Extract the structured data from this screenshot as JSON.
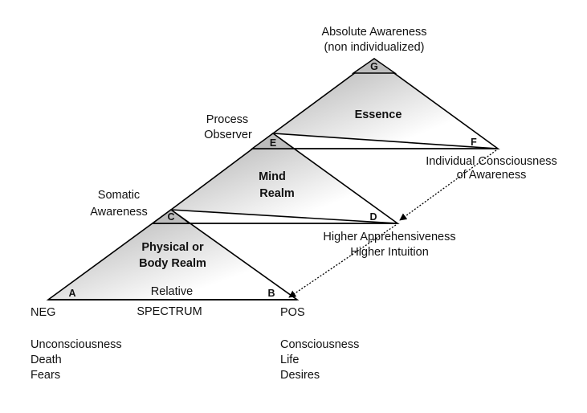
{
  "colors": {
    "line": "#000000",
    "fill_light": "#ffffff",
    "fill_dark": "#a9a9a9",
    "text": "#111111"
  },
  "top": {
    "line1": "Absolute Awareness",
    "line2": "(non individualized)"
  },
  "points": {
    "a": "A",
    "b": "B",
    "c": "C",
    "d": "D",
    "e": "E",
    "f": "F",
    "g": "G"
  },
  "realms": {
    "essence": "Essence",
    "mind_line1": "Mind",
    "mind_line2": "Realm",
    "physical_line1": "Physical or",
    "physical_line2": "Body Realm"
  },
  "side_labels": {
    "process_line1": "Process",
    "process_line2": "Observer",
    "somatic_line1": "Somatic",
    "somatic_line2": "Awareness",
    "individual_line1": "Individual Consciousness",
    "individual_line2": "of Awareness",
    "higher_line1": "Higher Apprehensiveness",
    "higher_line2": "Higher Intuition"
  },
  "spectrum": {
    "relative": "Relative",
    "spectrum": "SPECTRUM",
    "neg": "NEG",
    "pos": "POS"
  },
  "neg_list": [
    "Unconsciousness",
    "Death",
    "Fears"
  ],
  "pos_list": [
    "Consciousness",
    "Life",
    "Desires"
  ]
}
